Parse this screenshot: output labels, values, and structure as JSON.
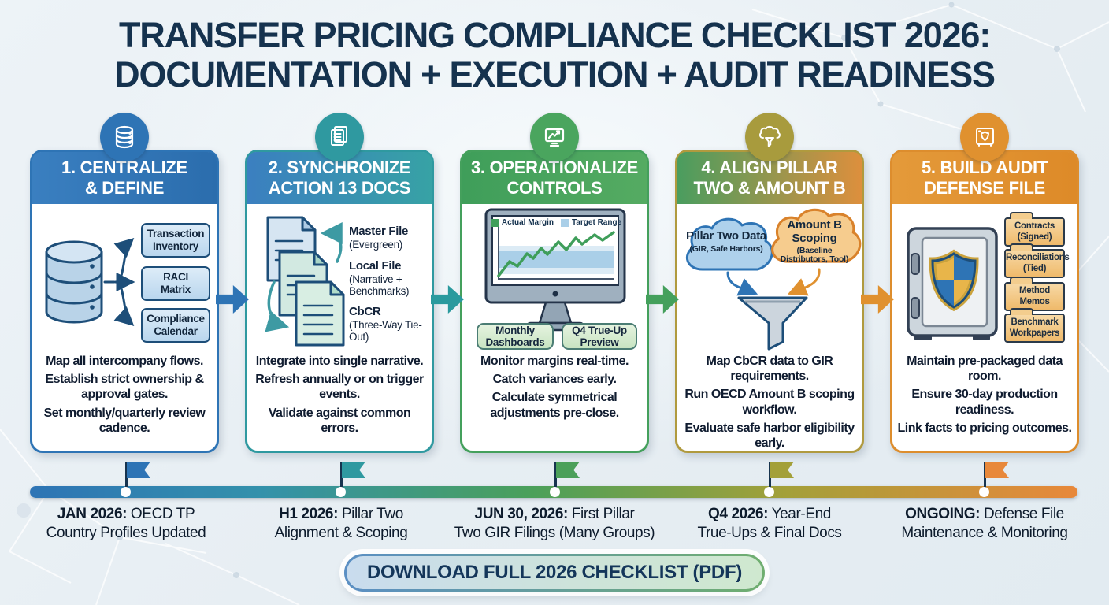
{
  "title": {
    "line1": "TRANSFER PRICING COMPLIANCE CHECKLIST 2026:",
    "line2": "DOCUMENTATION + EXECUTION + AUDIT READINESS",
    "color": "#15324e"
  },
  "cards": [
    {
      "accent": "#2e74b5",
      "icon": "database-icon",
      "title1": "1. CENTRALIZE",
      "title2": "& DEFINE",
      "outputs": [
        {
          "l1": "Transaction",
          "l2": "Inventory"
        },
        {
          "l1": "RACI",
          "l2": "Matrix"
        },
        {
          "l1": "Compliance",
          "l2": "Calendar"
        }
      ],
      "bullets": [
        "Map all intercompany flows.",
        "Establish strict ownership & approval gates.",
        "Set monthly/quarterly review cadence."
      ]
    },
    {
      "accent": "#2f99a0",
      "icon": "documents-icon",
      "title1": "2. SYNCHRONIZE",
      "title2": "ACTION 13 DOCS",
      "docs": [
        {
          "title": "Master File",
          "sub": "(Evergreen)"
        },
        {
          "title": "Local File",
          "sub": "(Narrative + Benchmarks)"
        },
        {
          "title": "CbCR",
          "sub": "(Three-Way Tie-Out)"
        }
      ],
      "bullets": [
        "Integrate into single narrative.",
        "Refresh annually or on trigger events.",
        "Validate against common errors."
      ]
    },
    {
      "accent": "#44a05c",
      "icon": "monitor-chart-icon",
      "title1": "3. OPERATIONALIZE",
      "title2": "CONTROLS",
      "legend": [
        {
          "label": "Actual Margin",
          "color": "#3f9e5a"
        },
        {
          "label": "Target Range",
          "color": "#aacfe8"
        }
      ],
      "pills": [
        {
          "l1": "Monthly",
          "l2": "Dashboards"
        },
        {
          "l1": "Q4 True-Up",
          "l2": "Preview"
        }
      ],
      "bullets": [
        "Monitor margins real-time.",
        "Catch variances early.",
        "Calculate symmetrical adjustments pre-close."
      ]
    },
    {
      "accent": "#a89b3d",
      "icon": "cloud-funnel-icon",
      "title1": "4. ALIGN PILLAR",
      "title2": "TWO & AMOUNT B",
      "clouds": [
        {
          "title": "Pillar Two Data",
          "sub": "(GIR, Safe Harbors)",
          "color": "#aed1ec"
        },
        {
          "title": "Amount B Scoping",
          "sub": "(Baseline Distributors, Tool)",
          "color": "#f6cc8e"
        }
      ],
      "bullets": [
        "Map CbCR data to GIR requirements.",
        "Run OECD Amount B scoping workflow.",
        "Evaluate safe harbor eligibility early."
      ]
    },
    {
      "accent": "#e0912f",
      "icon": "safe-shield-icon",
      "title1": "5. BUILD AUDIT",
      "title2": "DEFENSE FILE",
      "folders": [
        {
          "l1": "Contracts",
          "l2": "(Signed)"
        },
        {
          "l1": "Reconciliations",
          "l2": "(Tied)"
        },
        {
          "l1": "Method",
          "l2": "Memos"
        },
        {
          "l1": "Benchmark",
          "l2": "Workpapers"
        }
      ],
      "bullets": [
        "Maintain pre-packaged data room.",
        "Ensure 30-day production readiness.",
        "Link facts to pricing outcomes."
      ]
    }
  ],
  "timeline": {
    "milestones": [
      {
        "prefix": "JAN 2026:",
        "rest": " OECD TP",
        "line2": "Country Profiles Updated",
        "flag_color": "#2e74b5"
      },
      {
        "prefix": "H1 2026:",
        "rest": " Pillar Two",
        "line2": "Alignment & Scoping",
        "flag_color": "#2f99a0"
      },
      {
        "prefix": "JUN 30, 2026:",
        "rest": " First Pillar",
        "line2": "Two GIR Filings (Many Groups)",
        "flag_color": "#4ba05a"
      },
      {
        "prefix": "Q4 2026:",
        "rest": " Year-End",
        "line2": "True-Ups & Final Docs",
        "flag_color": "#a3a039"
      },
      {
        "prefix": "ONGOING:",
        "rest": " Defense File",
        "line2": "Maintenance & Monitoring",
        "flag_color": "#e8883a"
      }
    ]
  },
  "cta": {
    "label": "DOWNLOAD FULL 2026 CHECKLIST (PDF)"
  }
}
